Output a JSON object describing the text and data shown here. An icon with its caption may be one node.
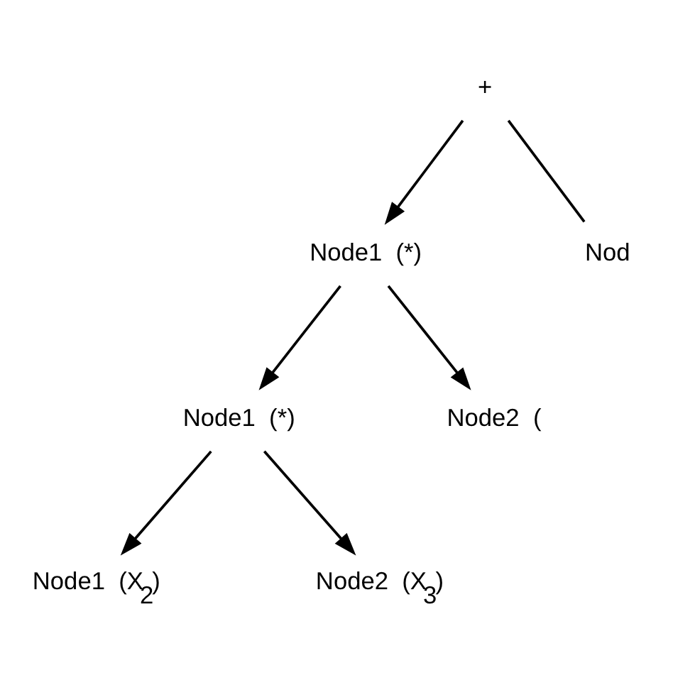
{
  "diagram": {
    "nodes": [
      {
        "text": [
          "+"
        ]
      },
      {
        "text": [
          "Node1  (*)"
        ]
      },
      {
        "text": [
          "Nod"
        ]
      },
      {
        "text": [
          "Node1  (*)"
        ]
      },
      {
        "text": [
          "Node2  ("
        ]
      },
      {
        "text": [
          "Node1  (X$_{2}$)"
        ]
      },
      {
        "text": [
          "Node2  (X$_{3}$)"
        ]
      }
    ],
    "edges": [
      {
        "from": 0,
        "to": 1,
        "arrow": "to"
      },
      {
        "from": 0,
        "to": 2,
        "arrow": "none"
      },
      {
        "from": 1,
        "to": 3,
        "arrow": "to"
      },
      {
        "from": 1,
        "to": 4,
        "arrow": "to"
      },
      {
        "from": 3,
        "to": 5,
        "arrow": "to"
      },
      {
        "from": 3,
        "to": 6,
        "arrow": "to"
      }
    ]
  }
}
